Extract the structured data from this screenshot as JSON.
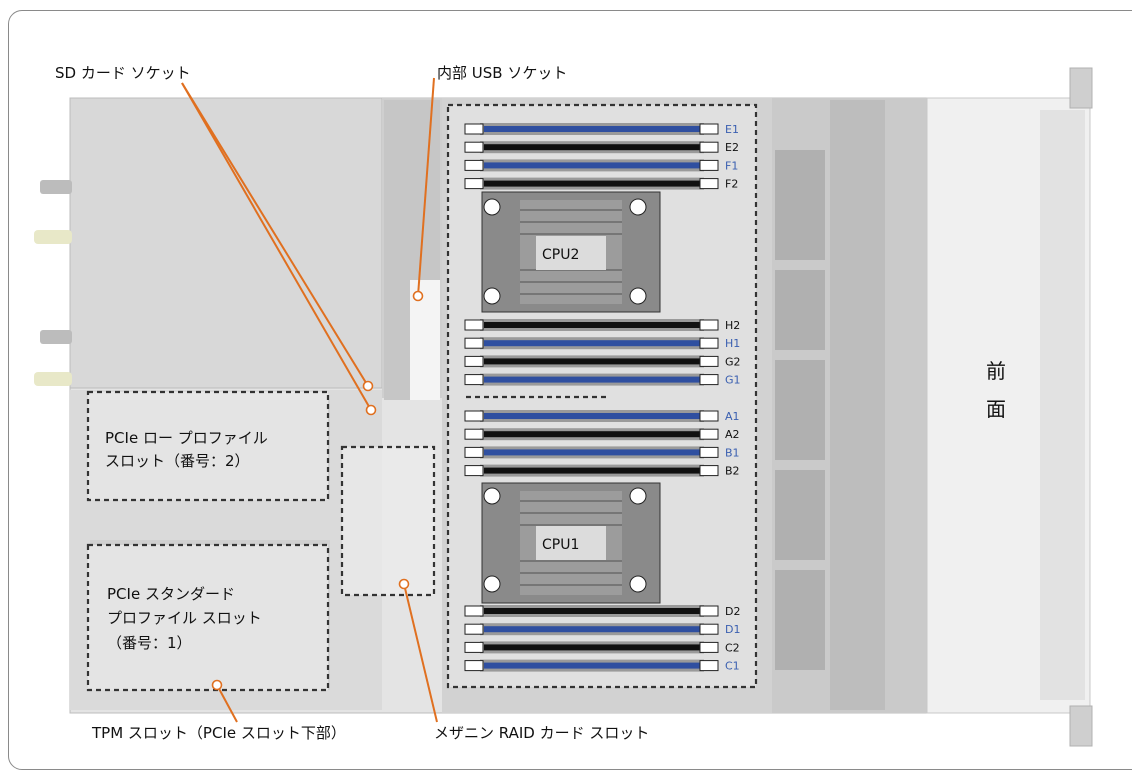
{
  "labels": {
    "sd_socket": "SD カード ソケット",
    "usb_socket": "内部 USB ソケット",
    "pcie_low_line1": "PCIe ロー プロファイル",
    "pcie_low_line2": "スロット（番号：2）",
    "pcie_std_line1": "PCIe スタンダード",
    "pcie_std_line2": "プロファイル スロット",
    "pcie_std_line3": "（番号：1）",
    "tpm_slot": "TPM スロット（PCIe スロット下部）",
    "mezz_raid": "メザニン RAID カード スロット",
    "front_line1": "前",
    "front_line2": "面",
    "cpu2": "CPU2",
    "cpu1": "CPU1"
  },
  "dimm_slots_cpu2_top": [
    {
      "label": "E1",
      "color": "blue"
    },
    {
      "label": "E2",
      "color": "black"
    },
    {
      "label": "F1",
      "color": "blue"
    },
    {
      "label": "F2",
      "color": "black"
    }
  ],
  "dimm_slots_cpu2_bottom": [
    {
      "label": "H2",
      "color": "black"
    },
    {
      "label": "H1",
      "color": "blue"
    },
    {
      "label": "G2",
      "color": "black"
    },
    {
      "label": "G1",
      "color": "blue"
    }
  ],
  "dimm_slots_cpu1_top": [
    {
      "label": "A1",
      "color": "blue"
    },
    {
      "label": "A2",
      "color": "black"
    },
    {
      "label": "B1",
      "color": "blue"
    },
    {
      "label": "B2",
      "color": "black"
    }
  ],
  "dimm_slots_cpu1_bottom": [
    {
      "label": "D2",
      "color": "black"
    },
    {
      "label": "D1",
      "color": "blue"
    },
    {
      "label": "C2",
      "color": "black"
    },
    {
      "label": "C1",
      "color": "blue"
    }
  ],
  "colors": {
    "callout": "#e07020",
    "dimm_blue": "#2f4fa0",
    "dimm_black": "#111111",
    "slot_label_blue": "#3a5fb0",
    "slot_label_black": "#111111"
  }
}
